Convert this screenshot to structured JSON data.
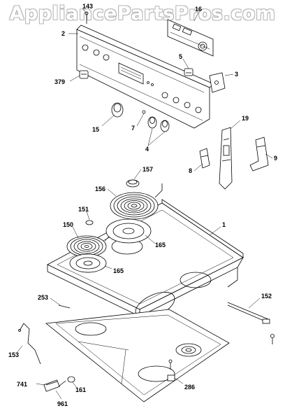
{
  "watermark": "AppliancePartsPros.com",
  "callouts": {
    "c143": "143",
    "c16": "16",
    "c2": "2",
    "c5": "5",
    "c3": "3",
    "c379": "379",
    "c15": "15",
    "c7": "7",
    "c4": "4",
    "c19": "19",
    "c9": "9",
    "c8": "8",
    "c157": "157",
    "c156": "156",
    "c151": "151",
    "c1": "1",
    "c150": "150",
    "c165a": "165",
    "c165b": "165",
    "c253": "253",
    "c152": "152",
    "c153": "153",
    "c741": "741",
    "c161": "161",
    "c961": "961",
    "c286": "286"
  }
}
